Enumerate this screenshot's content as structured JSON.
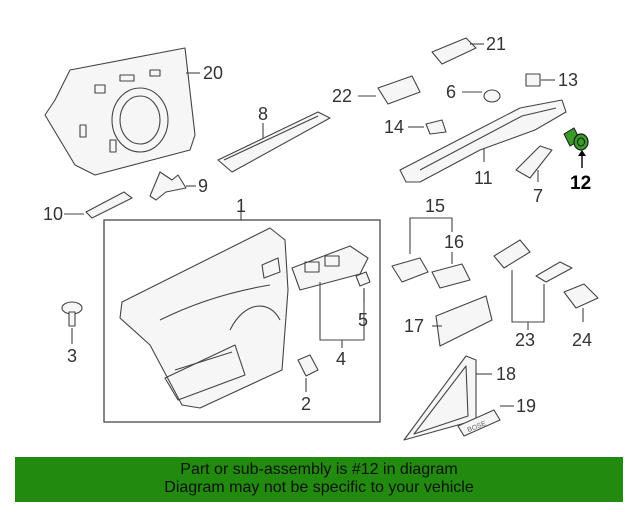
{
  "callouts": {
    "c1": "1",
    "c2": "2",
    "c3": "3",
    "c4": "4",
    "c5": "5",
    "c6": "6",
    "c7": "7",
    "c8": "8",
    "c9": "9",
    "c10": "10",
    "c11": "11",
    "c12": "12",
    "c13": "13",
    "c14": "14",
    "c15": "15",
    "c16": "16",
    "c17": "17",
    "c18": "18",
    "c19": "19",
    "c20": "20",
    "c21": "21",
    "c22": "22",
    "c23": "23",
    "c24": "24"
  },
  "highlight": {
    "part_number": "12",
    "color": "#3a9a2a"
  },
  "badge_text": "BOSE",
  "banner": {
    "line1": "Part or sub-assembly is #12 in diagram",
    "line2": "Diagram may not be specific to your vehicle",
    "color": "#218a0f"
  }
}
